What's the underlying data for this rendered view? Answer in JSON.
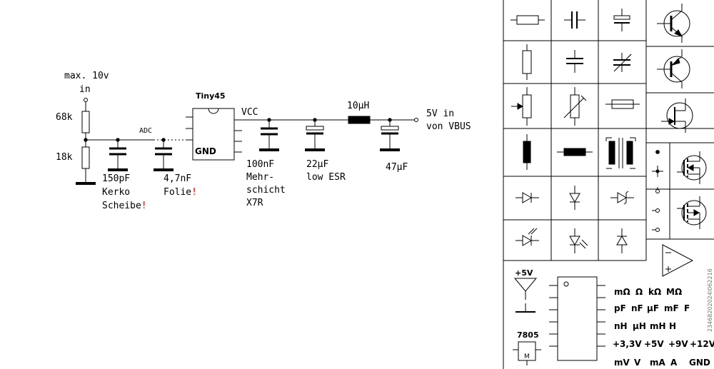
{
  "schematic": {
    "input_label_1": "max. 10v",
    "input_label_2": "in",
    "r_top": "68k",
    "r_bottom": "18k",
    "adc_label": "ADC",
    "chip_name": "Tiny45",
    "chip_gnd": "GND",
    "vcc_label": "VCC",
    "c1": [
      "150pF",
      "Kerko",
      "Scheibe"
    ],
    "c2": [
      "4,7nF",
      "Folie"
    ],
    "exclaim": "!",
    "c3": [
      "100nF",
      "Mehr-",
      "schicht",
      "X7R"
    ],
    "c4": [
      "22µF",
      "low ESR"
    ],
    "inductor": "10µH",
    "c5": "47µF",
    "out_label_1": "5V in",
    "out_label_2": "von VBUS",
    "accent_color": "#cc0000"
  },
  "palette": {
    "plus5v": "+5V",
    "regulator": "7805",
    "regulator_pin": "M",
    "unit_rows": [
      [
        "mΩ",
        "Ω",
        "kΩ",
        "MΩ"
      ],
      [
        "pF",
        "nF",
        "µF",
        "mF",
        "F"
      ],
      [
        "nH",
        "µH",
        "mH",
        "H"
      ],
      [
        "+3,3V",
        "+5V",
        "+9V",
        "+12V"
      ],
      [
        "mV",
        "V",
        "mA",
        "A",
        "GND"
      ]
    ],
    "watermark": "23468202024l062216"
  }
}
